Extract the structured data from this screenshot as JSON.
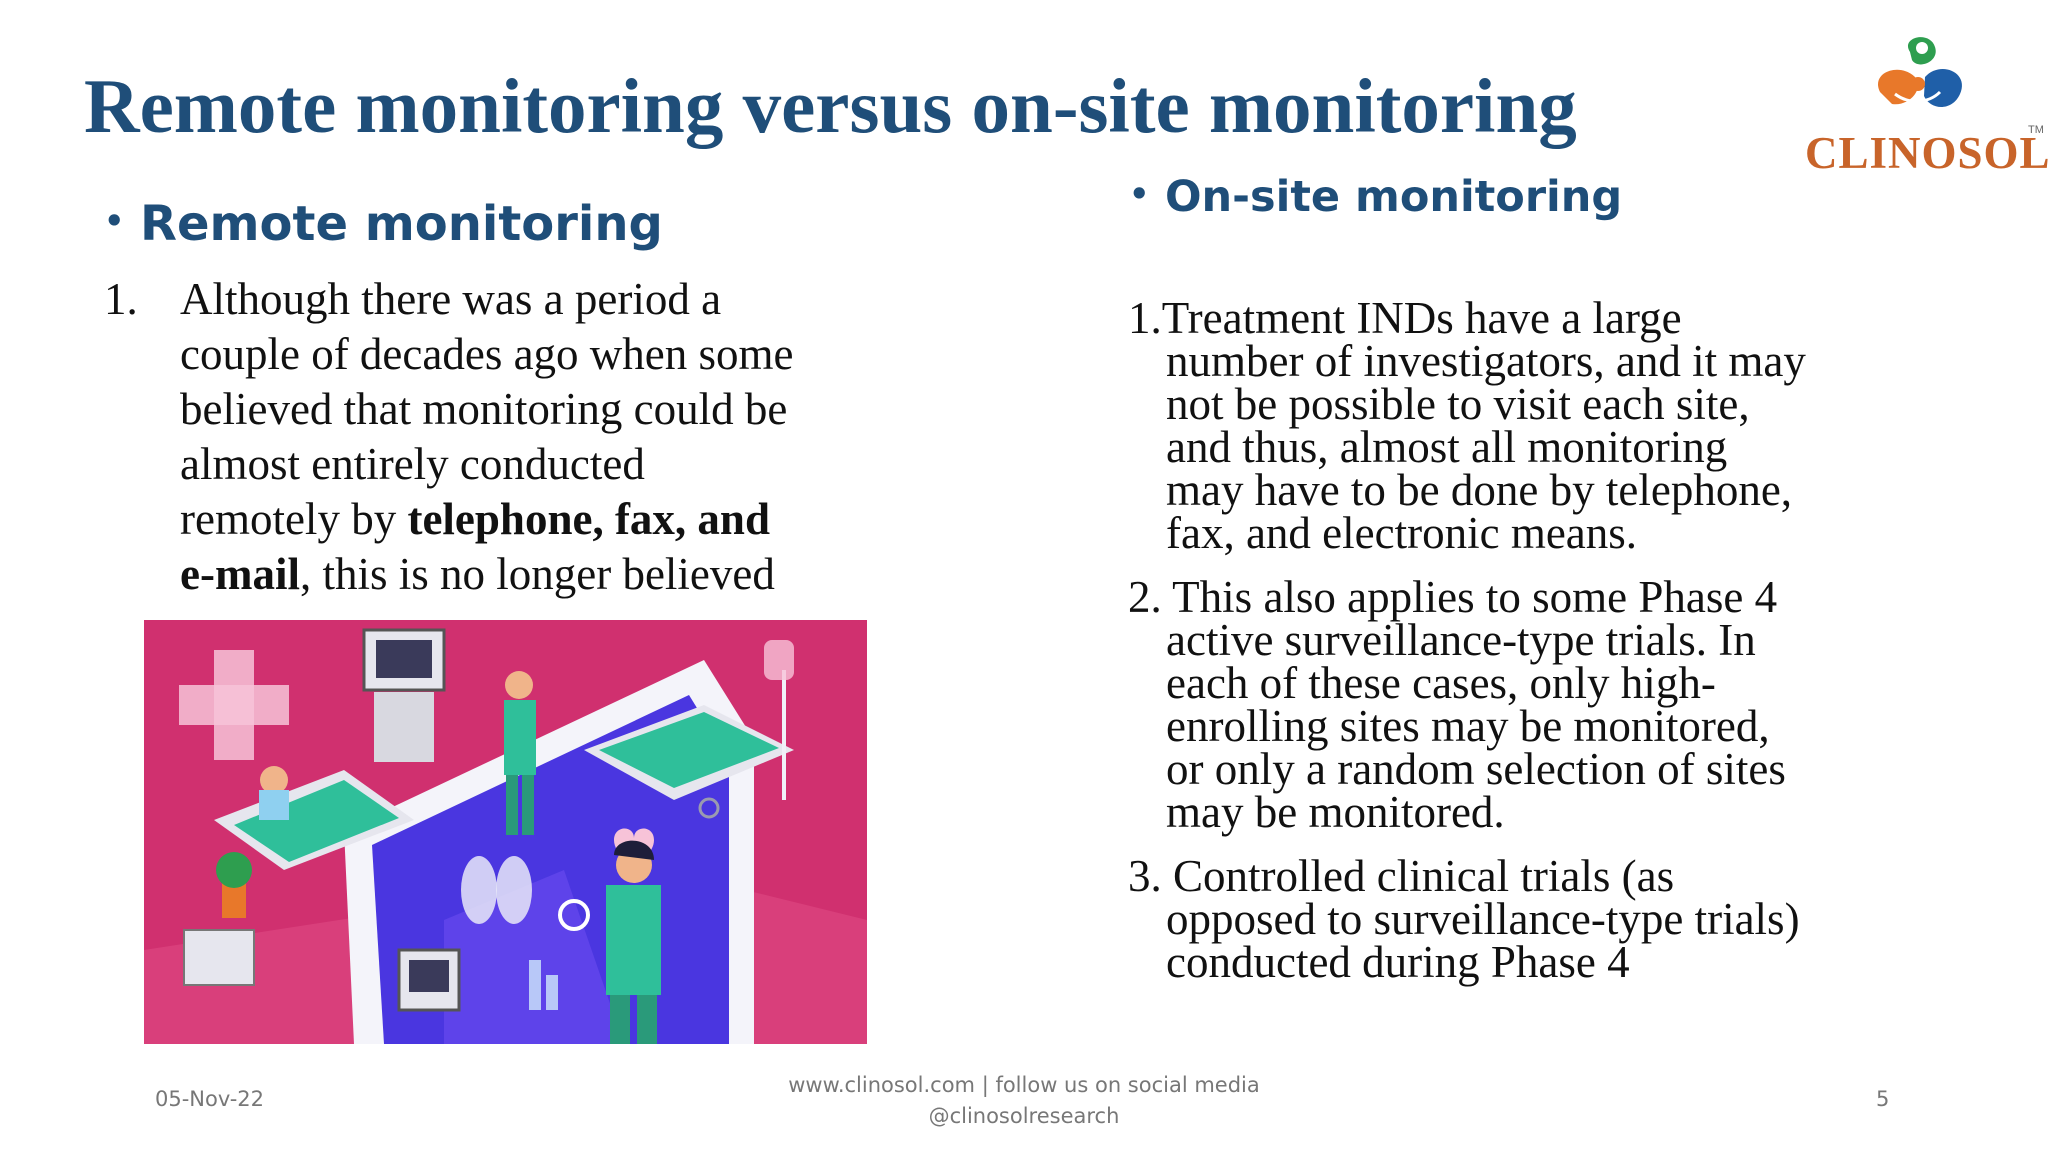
{
  "slide": {
    "title": "Remote monitoring versus on-site monitoring",
    "brand": "CLINOSOL",
    "brand_tm": "TM",
    "logo_icon": "clinosol-hands-logo-icon",
    "colors": {
      "title": "#1f4e79",
      "brand": "#c8642a",
      "illustration_bg": "#d0306f"
    }
  },
  "left": {
    "heading": "Remote monitoring",
    "bullet": "•",
    "item_number": "1.",
    "paragraph_lines": [
      "Although there was a period a",
      "couple of decades ago when some",
      "believed that monitoring could be",
      "almost entirely conducted"
    ],
    "line5_prefix": "remotely by ",
    "line5_bold": "telephone, fax, and",
    "line6_bold": "e-mail",
    "line6_rest": ", this is no longer believed",
    "illustration": "telemedicine-hospital-illustration"
  },
  "right": {
    "heading": "On-site monitoring",
    "bullet": "•",
    "items": [
      {
        "lead": "1.Treatment INDs have a large",
        "lines": [
          "number of investigators, and it may",
          "not be possible to visit each site,",
          "and thus, almost all monitoring",
          "may have to be done by telephone,",
          "fax, and electronic means."
        ]
      },
      {
        "lead": "2. This also applies to some Phase 4",
        "lines": [
          "active surveillance-type trials. In",
          "each of these cases, only high-",
          "enrolling sites may be monitored,",
          "or only a random selection of sites",
          "may be monitored."
        ]
      },
      {
        "lead": "3. Controlled clinical trials (as",
        "lines": [
          "opposed to surveillance-type trials)",
          "conducted during Phase 4"
        ]
      }
    ]
  },
  "footer": {
    "date": "05-Nov-22",
    "line1": "www.clinosol.com | follow us on social media",
    "line2": "@clinosolresearch",
    "page": "5"
  }
}
